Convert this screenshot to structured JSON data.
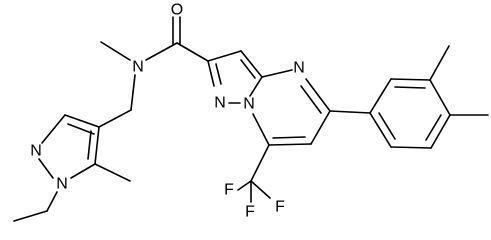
{
  "molecule": {
    "atom_labels": {
      "O": "O",
      "N_amide": "N",
      "N_pyrimidine": "N",
      "N_pyrazole": "N",
      "N_bridge": "N",
      "N_pz_a": "N",
      "N_pz_b": "N",
      "F1": "F",
      "F2": "F",
      "F3": "F"
    }
  }
}
